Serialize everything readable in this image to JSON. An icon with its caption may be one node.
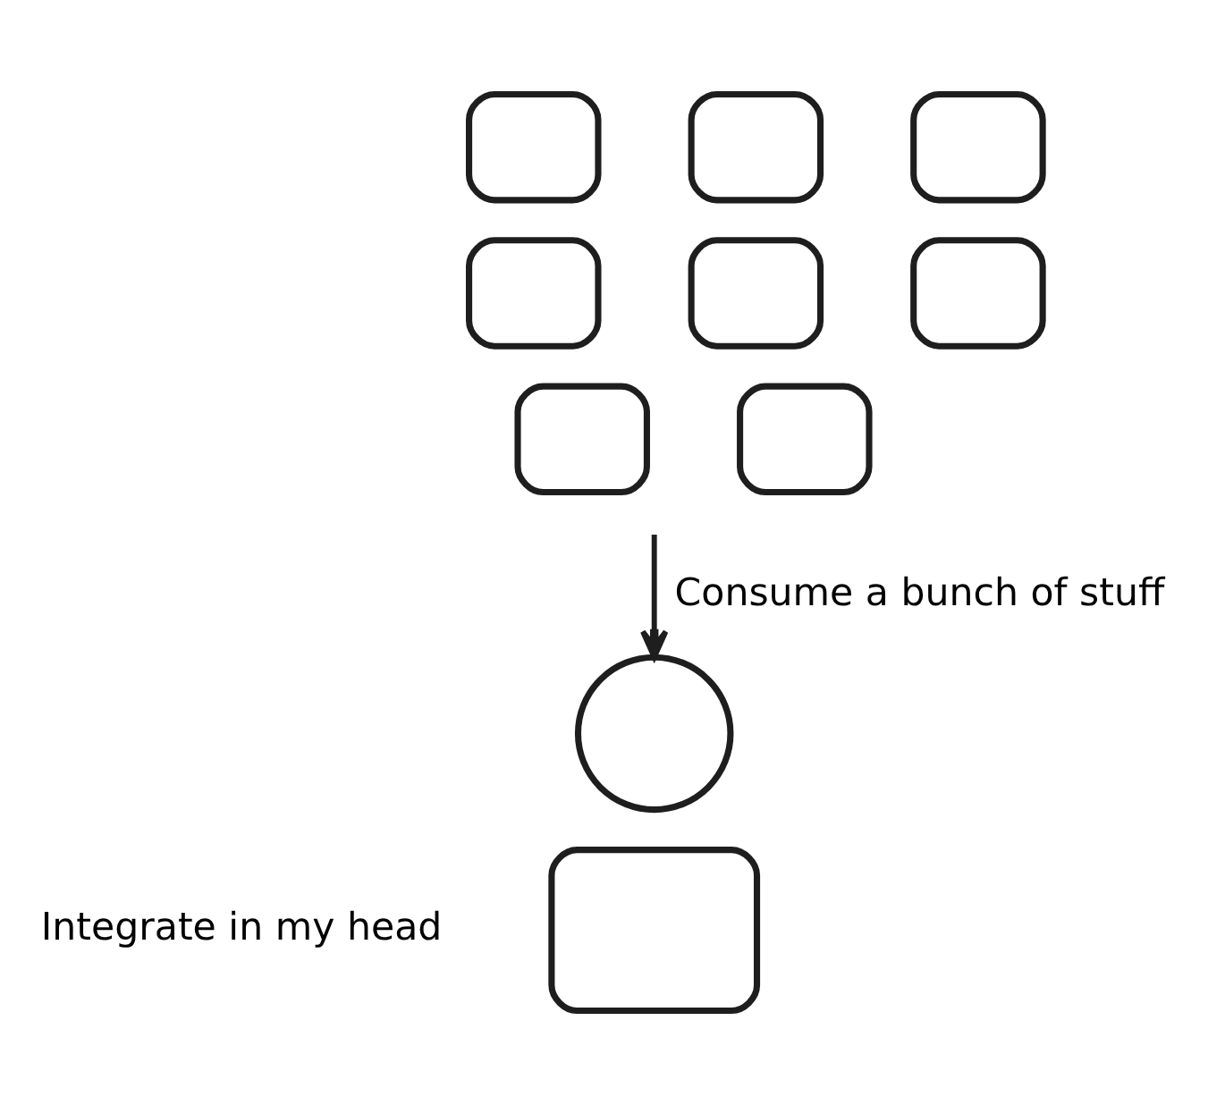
{
  "diagram": {
    "nodes": [
      {
        "text": [],
        "shape": "box"
      },
      {
        "text": [],
        "shape": "box"
      },
      {
        "text": [],
        "shape": "box"
      },
      {
        "text": [],
        "shape": "box"
      },
      {
        "text": [],
        "shape": "box"
      },
      {
        "text": [],
        "shape": "box"
      },
      {
        "text": [],
        "shape": "box"
      },
      {
        "text": [],
        "shape": "box"
      },
      {
        "text": [],
        "shape": "circle"
      },
      {
        "text": [],
        "shape": "box",
        "beside": [
          "Integrate in my head"
        ]
      }
    ],
    "edges": [
      {
        "from": null,
        "to": 8,
        "arrow": "to",
        "label": "Consume a bunch of stuff"
      }
    ]
  }
}
